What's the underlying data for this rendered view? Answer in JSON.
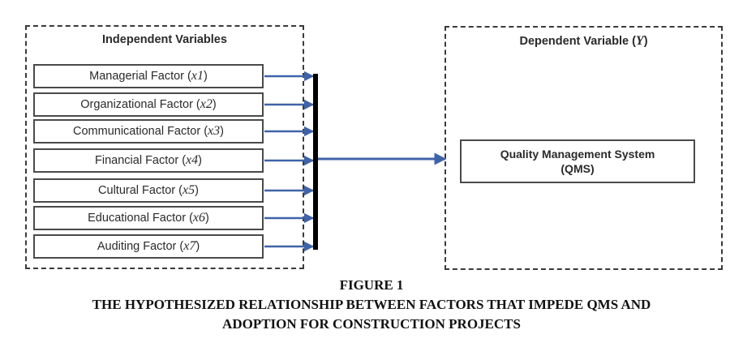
{
  "independent": {
    "title": "Independent Variables",
    "factors": [
      {
        "name": "Managerial Factor",
        "var": "x1"
      },
      {
        "name": "Organizational Factor",
        "var": "x2"
      },
      {
        "name": "Communicational Factor",
        "var": "x3"
      },
      {
        "name": "Financial Factor",
        "var": "x4"
      },
      {
        "name": "Cultural Factor",
        "var": "x5"
      },
      {
        "name": "Educational Factor",
        "var": "x6"
      },
      {
        "name": "Auditing Factor",
        "var": "x7"
      }
    ]
  },
  "dependent": {
    "title_prefix": "Dependent Variable (",
    "title_var": "Y",
    "title_suffix": ")",
    "box_line1": "Quality Management System",
    "box_line2": "(QMS)"
  },
  "caption": {
    "figure_label": "FIGURE 1",
    "line1": "THE HYPOTHESIZED RELATIONSHIP BETWEEN FACTORS THAT IMPEDE QMS AND",
    "line2": "ADOPTION FOR CONSTRUCTION PROJECTS"
  },
  "colors": {
    "arrow": "#3f63a8",
    "bar": "#000000",
    "border": "#3a3a3a"
  }
}
